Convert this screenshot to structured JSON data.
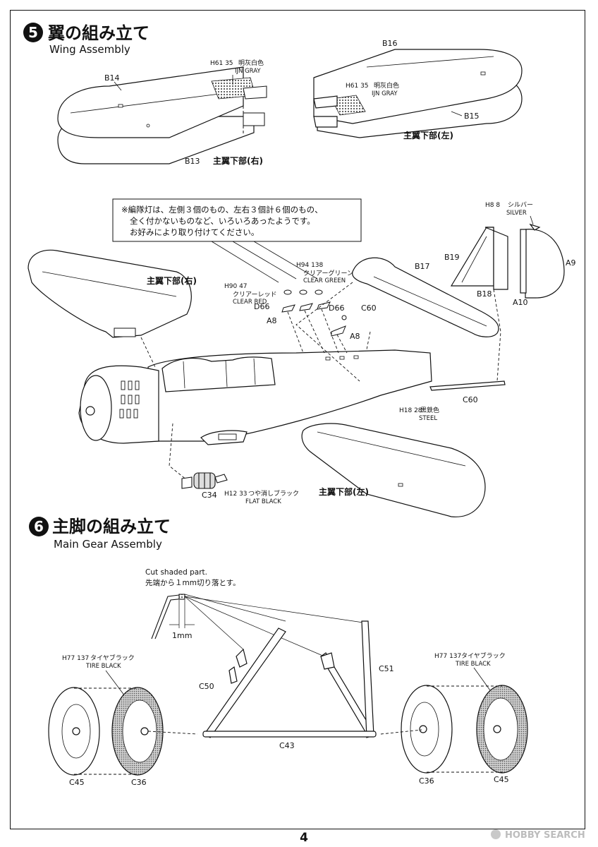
{
  "page_number": "4",
  "watermark": "HOBBY SEARCH",
  "step5": {
    "number": "5",
    "title_jp": "翼の組み立て",
    "title_en": "Wing Assembly",
    "parts": {
      "b14": "B14",
      "b13": "B13",
      "b16": "B16",
      "b15": "B15",
      "b17": "B17",
      "b18": "B18",
      "b19": "B19",
      "a9": "A9",
      "a10": "A10",
      "d66a": "D66",
      "d66b": "D66",
      "a8a": "A8",
      "a8b": "A8",
      "c60a": "C60",
      "c60b": "C60",
      "c34": "C34"
    },
    "right_lower_label": "主翼下部(右)",
    "left_lower_label": "主翼下部(左)",
    "right_wing_label": "主翼下部(右)",
    "left_wing_label": "主翼下部(左)",
    "paint_ijn_gray_code": "H61 35",
    "paint_ijn_gray_jp": "明灰白色",
    "paint_ijn_gray_en": "IJN GRAY",
    "paint_silver_code": "H8 8",
    "paint_silver_jp": "シルバー",
    "paint_silver_en": "SILVER",
    "paint_green_code": "H94 138",
    "paint_green_jp": "クリアーグリーン",
    "paint_green_en": "CLEAR GREEN",
    "paint_red_code": "H90 47",
    "paint_red_jp": "クリアーレッド",
    "paint_red_en": "CLEAR RED",
    "paint_steel_code": "H18 28",
    "paint_steel_jp": "黒鉄色",
    "paint_steel_en": "STEEL",
    "paint_black_code": "H12 33",
    "paint_black_jp": "つや消しブラック",
    "paint_black_en": "FLAT BLACK",
    "note_line1": "※編隊灯は、左側３個のもの、左右３個計６個のもの、",
    "note_line2": "全く付かないものなど、いろいろあったようです。",
    "note_line3": "お好みにより取り付けてください。"
  },
  "step6": {
    "number": "6",
    "title_jp": "主脚の組み立て",
    "title_en": "Main Gear Assembly",
    "cut_en": "Cut shaded part.",
    "cut_jp": "先端から１mm切り落とす。",
    "dimension": "1mm",
    "parts": {
      "c50": "C50",
      "c51": "C51",
      "c43": "C43",
      "c45a": "C45",
      "c36a": "C36",
      "c36b": "C36",
      "c45b": "C45"
    },
    "tire_code": "H77 137",
    "tire_jp": "タイヤブラック",
    "tire_en": "TIRE BLACK"
  }
}
